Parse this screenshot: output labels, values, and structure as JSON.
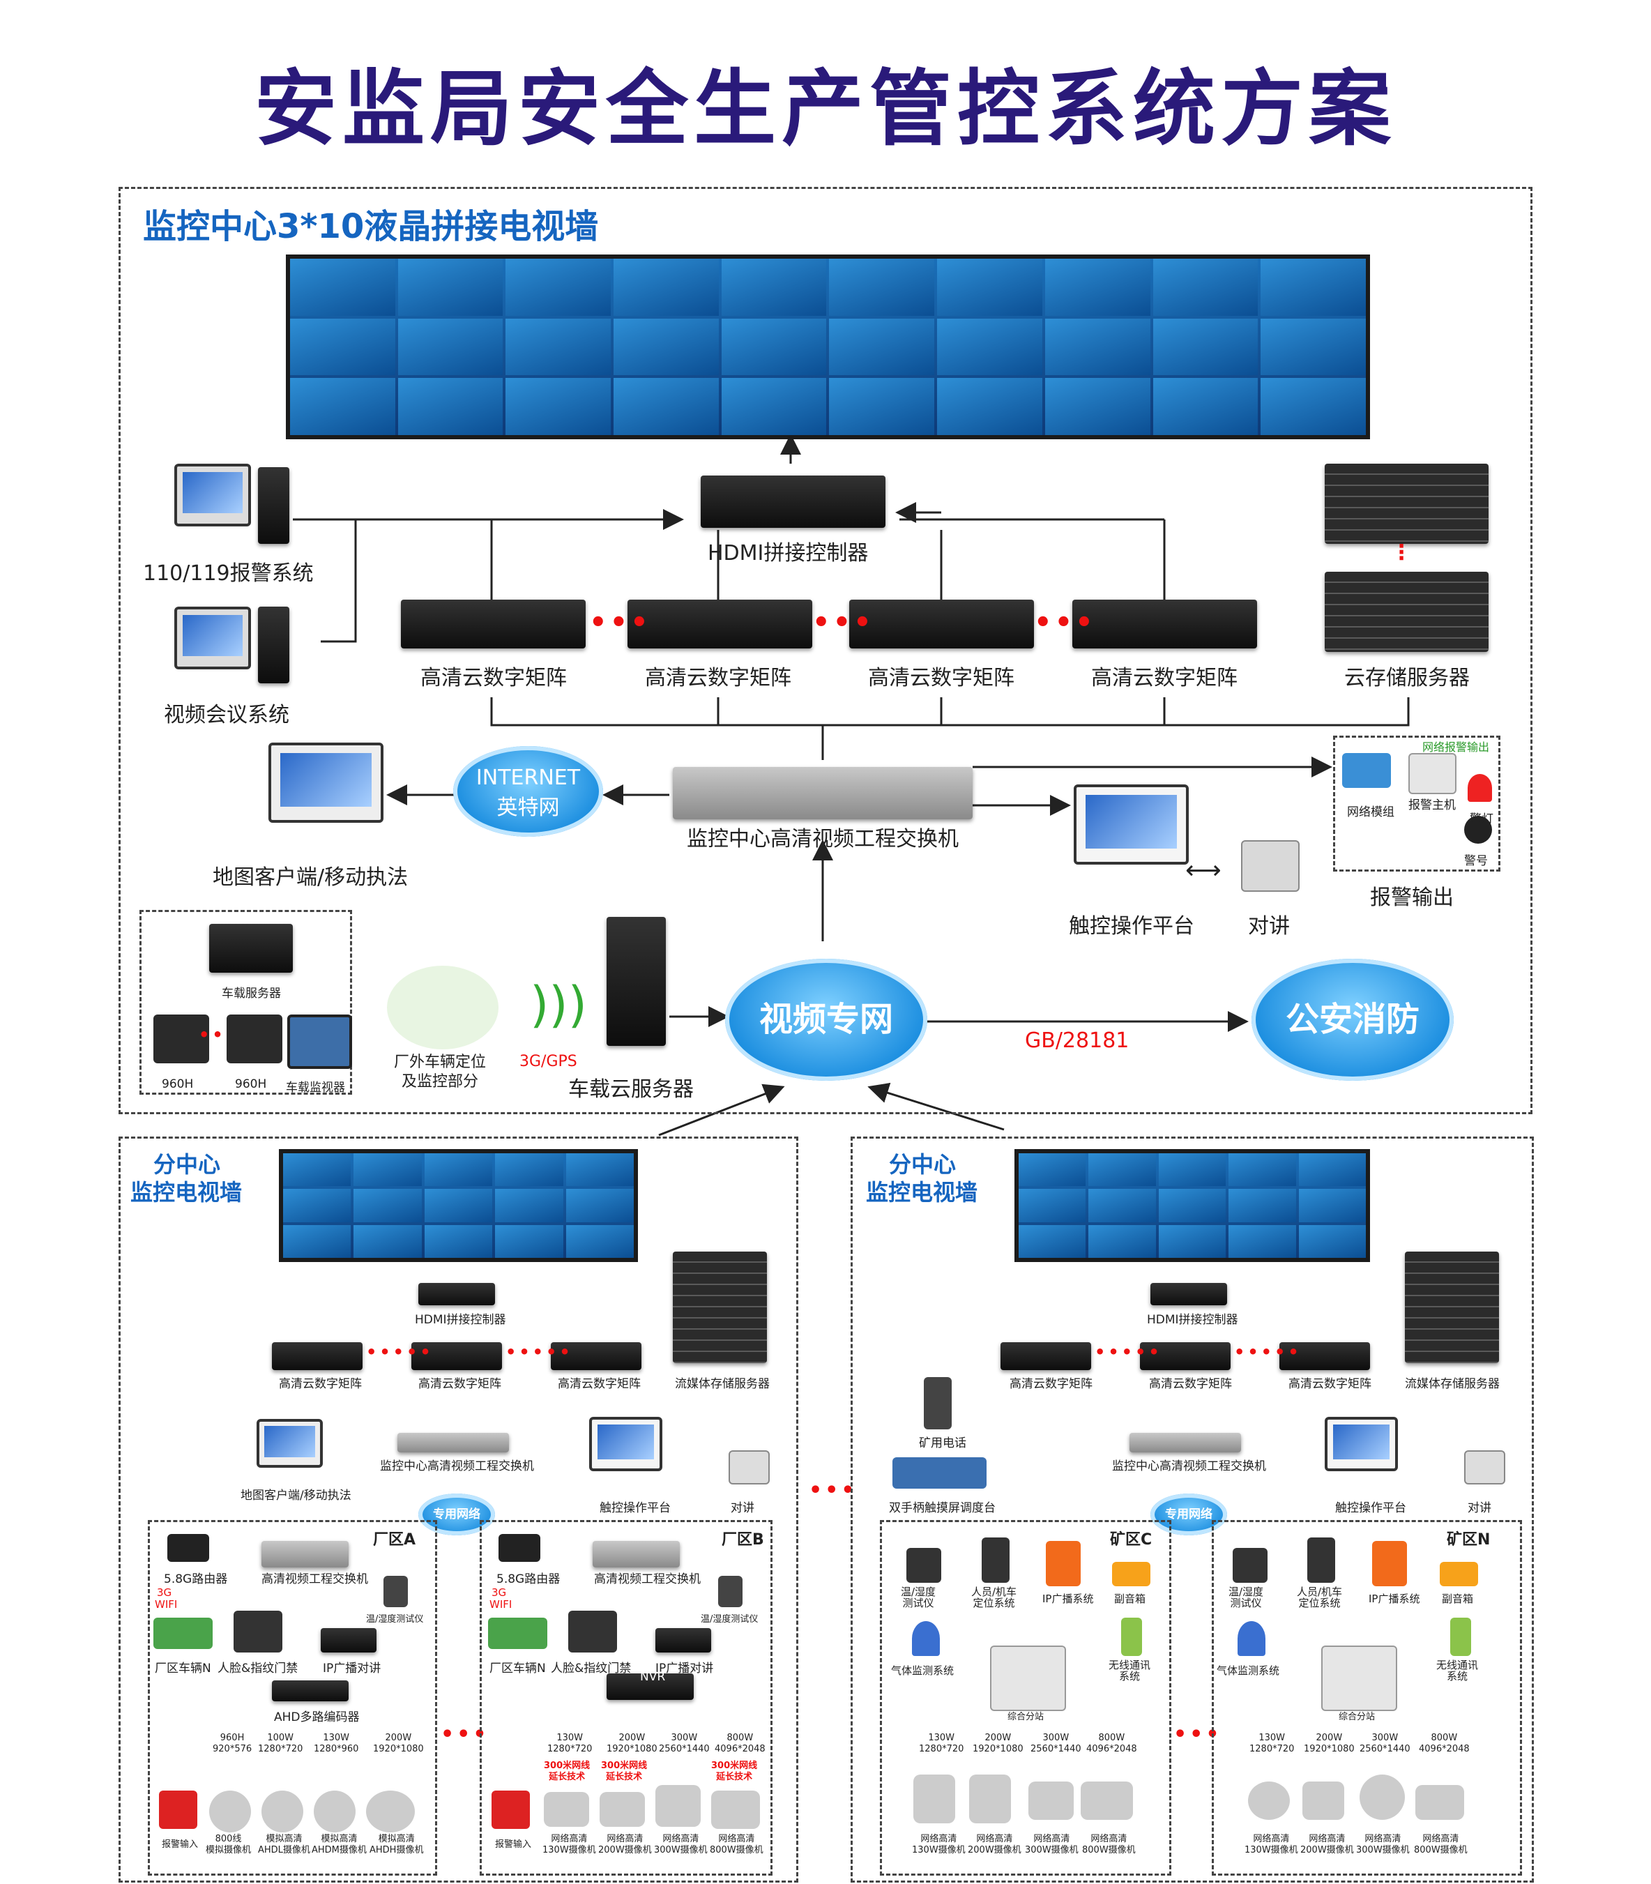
{
  "title": "安监局安全生产管控系统方案",
  "top": {
    "section_title": "监控中心3*10液晶拼接电视墙",
    "hdmi_label": "HDMI拼接控制器",
    "alarm_sys": "110/119报警系统",
    "video_conf": "视频会议系统",
    "matrix": [
      "高清云数字矩阵",
      "高清云数字矩阵",
      "高清云数字矩阵",
      "高清云数字矩阵"
    ],
    "cloud_storage": "云存储服务器",
    "internet_line1": "INTERNET",
    "internet_line2": "英特网",
    "map_client": "地图客户端/移动执法",
    "switch": "监控中心高清视频工程交换机",
    "touch_platform": "触控操作平台",
    "intercom": "对讲",
    "alarm_net_out": "网络报警输出",
    "net_module": "网络模组",
    "alarm_host": "报警主机",
    "police_light": "警灯",
    "police_siren": "警号",
    "alarm_output": "报警输出",
    "vehicle_server_icon": "车载服务器",
    "cam1": "960H",
    "cam2": "960H",
    "vehicle_monitor": "车载监视器",
    "truck_label": "厂外车辆定位\n及监控部分",
    "gps": "3G/GPS",
    "vehicle_cloud": "车载云服务器",
    "video_net": "视频专网",
    "gb": "GB/28181",
    "police_fire": "公安消防"
  },
  "left": {
    "title1": "分中心",
    "title2": "监控电视墙",
    "hdmi": "HDMI拼接控制器",
    "matrix": [
      "高清云数字矩阵",
      "高清云数字矩阵",
      "高清云数字矩阵"
    ],
    "storage": "流媒体存储服务器",
    "switch": "监控中心高清视频工程交换机",
    "map_client": "地图客户端/移动执法",
    "touch": "触控操作平台",
    "intercom": "对讲",
    "private_net": "专用网络"
  },
  "right": {
    "title1": "分中心",
    "title2": "监控电视墙",
    "hdmi": "HDMI拼接控制器",
    "matrix": [
      "高清云数字矩阵",
      "高清云数字矩阵",
      "高清云数字矩阵"
    ],
    "storage": "流媒体存储服务器",
    "switch": "监控中心高清视频工程交换机",
    "mine_phone": "矿用电话",
    "dispatch": "双手柄触摸屏调度台",
    "touch": "触控操作平台",
    "intercom": "对讲",
    "private_net": "专用网络"
  },
  "zoneA": {
    "name": "厂区A",
    "router": "5.8G路由器",
    "switch": "高清视频工程交换机",
    "wifi1": "3G",
    "wifi2": "WIFI",
    "truck": "厂区车辆N",
    "access": "人脸&指纹门禁",
    "ip": "IP广播对讲",
    "temp": "温/湿度测试仪",
    "encoder": "AHD多路编码器",
    "res": [
      [
        "960H",
        "920*576"
      ],
      [
        "100W",
        "1280*720"
      ],
      [
        "130W",
        "1280*960"
      ],
      [
        "200W",
        "1920*1080"
      ]
    ],
    "devs": [
      "报警输入",
      "800线\n模拟摄像机",
      "模拟高清\nAHDL摄像机",
      "模拟高清\nAHDM摄像机",
      "模拟高清\nAHDH摄像机"
    ]
  },
  "zoneB": {
    "name": "厂区B",
    "router": "5.8G路由器",
    "switch": "高清视频工程交换机",
    "wifi1": "3G",
    "wifi2": "WIFI",
    "truck": "厂区车辆N",
    "access": "人脸&指纹门禁",
    "ip": "IP广播对讲",
    "temp": "温/湿度测试仪",
    "encoder": "NVR",
    "res": [
      [
        "130W",
        "1280*720"
      ],
      [
        "200W",
        "1920*1080"
      ],
      [
        "300W",
        "2560*1440"
      ],
      [
        "800W",
        "4096*2048"
      ]
    ],
    "ext": "300米网线\n延长技术",
    "devs": [
      "报警输入",
      "网络高清\n130W摄像机",
      "网络高清\n200W摄像机",
      "网络高清\n300W摄像机",
      "网络高清\n800W摄像机"
    ]
  },
  "zoneC": {
    "name": "矿区C",
    "temp": "温/湿度\n测试仪",
    "person": "人员/机车\n定位系统",
    "ip": "IP广播系统",
    "speaker": "副音箱",
    "gas": "气体监测系统",
    "wireless": "无线通讯\n系统",
    "sub": "综合分站",
    "res": [
      [
        "130W",
        "1280*720"
      ],
      [
        "200W",
        "1920*1080"
      ],
      [
        "300W",
        "2560*1440"
      ],
      [
        "800W",
        "4096*2048"
      ]
    ],
    "devs": [
      "网络高清\n130W摄像机",
      "网络高清\n200W摄像机",
      "网络高清\n300W摄像机",
      "网络高清\n800W摄像机"
    ]
  },
  "zoneN": {
    "name": "矿区N",
    "temp": "温/湿度\n测试仪",
    "person": "人员/机车\n定位系统",
    "ip": "IP广播系统",
    "speaker": "副音箱",
    "gas": "气体监测系统",
    "wireless": "无线通讯\n系统",
    "sub": "综合分站",
    "res": [
      [
        "130W",
        "1280*720"
      ],
      [
        "200W",
        "1920*1080"
      ],
      [
        "300W",
        "2560*1440"
      ],
      [
        "800W",
        "4096*2048"
      ]
    ],
    "devs": [
      "网络高清\n130W摄像机",
      "网络高清\n200W摄像机",
      "网络高清\n300W摄像机",
      "网络高清\n800W摄像机"
    ]
  },
  "colors": {
    "title": "#2a1a7a",
    "section": "#1565c0",
    "dots": "#e11111",
    "cloud": "#1d8fe0"
  }
}
